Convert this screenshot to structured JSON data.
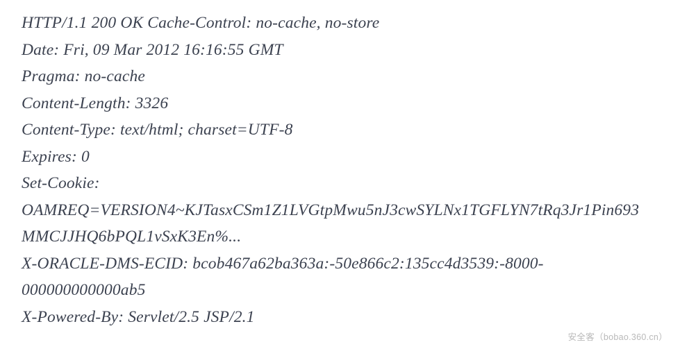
{
  "document": {
    "kind": "http-response-headers",
    "background_color": "#ffffff",
    "text_color": "#3c4250",
    "lines": [
      {
        "id": "status-and-cache-control",
        "text": "HTTP/1.1 200 OK Cache-Control: no-cache, no-store"
      },
      {
        "id": "date",
        "text": "Date: Fri, 09 Mar 2012 16:16:55 GMT"
      },
      {
        "id": "pragma",
        "text": "Pragma: no-cache"
      },
      {
        "id": "content-length",
        "text": "Content-Length: 3326"
      },
      {
        "id": "content-type",
        "text": "Content-Type: text/html; charset=UTF-8"
      },
      {
        "id": "expires",
        "text": "Expires: 0"
      },
      {
        "id": "set-cookie",
        "text": "Set-Cookie:"
      },
      {
        "id": "set-cookie-value-1",
        "text": "OAMREQ=VERSION4~KJTasxCSm1Z1LVGtpMwu5nJ3cwSYLNx1TGFLYN7tRq3Jr1Pin693"
      },
      {
        "id": "set-cookie-value-2",
        "text": "MMCJJHQ6bPQL1vSxK3En%..."
      },
      {
        "id": "x-oracle-dms-ecid",
        "text": "X-ORACLE-DMS-ECID: bcob467a62ba363a:-50e866c2:135cc4d3539:-8000-"
      },
      {
        "id": "x-oracle-dms-ecid-cont",
        "text": "000000000000ab5"
      },
      {
        "id": "x-powered-by",
        "text": "X-Powered-By: Servlet/2.5 JSP/2.1"
      }
    ]
  },
  "watermark": {
    "text": "安全客（bobao.360.cn）",
    "color": "#b9b9b9"
  }
}
